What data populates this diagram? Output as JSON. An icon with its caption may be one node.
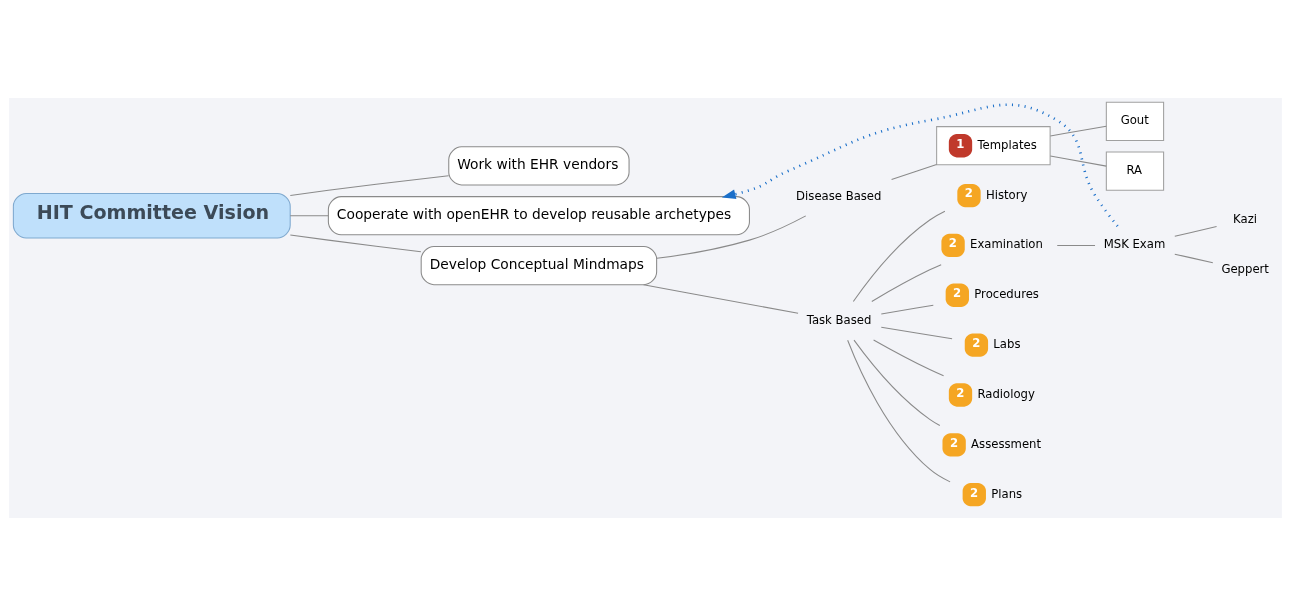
{
  "diagram": {
    "nodes": [
      {
        "text": [
          "HIT Committee Vision"
        ]
      },
      {
        "text": [
          "Work with EHR vendors"
        ]
      },
      {
        "text": [
          "Cooperate with openEHR to develop reusable archetypes"
        ]
      },
      {
        "text": [
          "Develop Conceptual Mindmaps"
        ]
      },
      {
        "text": [
          "Disease Based"
        ]
      },
      {
        "text": [
          "1",
          "Templates"
        ]
      },
      {
        "text": [
          "Gout"
        ]
      },
      {
        "text": [
          "RA"
        ]
      },
      {
        "text": [
          "Task Based"
        ]
      },
      {
        "text": [
          "2",
          "History"
        ]
      },
      {
        "text": [
          "2",
          "Examination"
        ]
      },
      {
        "text": [
          "MSK Exam"
        ]
      },
      {
        "text": [
          "Kazi"
        ]
      },
      {
        "text": [
          "Geppert"
        ]
      },
      {
        "text": [
          "2",
          "Procedures"
        ]
      },
      {
        "text": [
          "2",
          "Labs"
        ]
      },
      {
        "text": [
          "2",
          "Radiology"
        ]
      },
      {
        "text": [
          "2",
          "Assessment"
        ]
      },
      {
        "text": [
          "2",
          "Plans"
        ]
      }
    ],
    "edges": [
      {
        "from": 0,
        "to": 1,
        "arrow": "none"
      },
      {
        "from": 0,
        "to": 2,
        "arrow": "none"
      },
      {
        "from": 0,
        "to": 3,
        "arrow": "none"
      },
      {
        "from": 3,
        "to": 4,
        "arrow": "none"
      },
      {
        "from": 3,
        "to": 8,
        "arrow": "none"
      },
      {
        "from": 4,
        "to": 5,
        "arrow": "none"
      },
      {
        "from": 5,
        "to": 6,
        "arrow": "none"
      },
      {
        "from": 5,
        "to": 7,
        "arrow": "none"
      },
      {
        "from": 8,
        "to": 9,
        "arrow": "none"
      },
      {
        "from": 8,
        "to": 10,
        "arrow": "none"
      },
      {
        "from": 8,
        "to": 14,
        "arrow": "none"
      },
      {
        "from": 8,
        "to": 15,
        "arrow": "none"
      },
      {
        "from": 8,
        "to": 16,
        "arrow": "none"
      },
      {
        "from": 8,
        "to": 17,
        "arrow": "none"
      },
      {
        "from": 8,
        "to": 18,
        "arrow": "none"
      },
      {
        "from": 10,
        "to": 11,
        "arrow": "none"
      },
      {
        "from": 11,
        "to": 12,
        "arrow": "none"
      },
      {
        "from": 11,
        "to": 13,
        "arrow": "none"
      },
      {
        "from": 11,
        "to": 2,
        "arrow": "to",
        "style": "dashed",
        "color": "#1a6fc9"
      }
    ]
  }
}
